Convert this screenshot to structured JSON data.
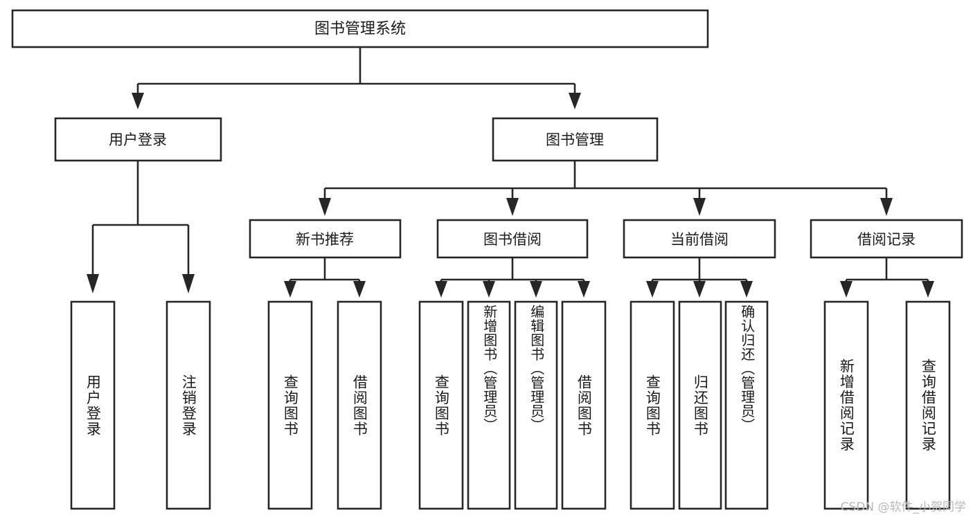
{
  "diagram": {
    "title_node": {
      "label": "图书管理系统"
    },
    "level1": [
      {
        "id": "user-login",
        "label": "用户登录"
      },
      {
        "id": "book-manage",
        "label": "图书管理"
      }
    ],
    "level2": [
      {
        "id": "new-book-recommend",
        "label": "新书推荐"
      },
      {
        "id": "book-borrow",
        "label": "图书借阅"
      },
      {
        "id": "current-borrow",
        "label": "当前借阅"
      },
      {
        "id": "borrow-record",
        "label": "借阅记录"
      }
    ],
    "leaves": [
      {
        "id": "leaf-user-login",
        "label": "用户登录",
        "parent": "user-login"
      },
      {
        "id": "leaf-logout-login",
        "label": "注销登录",
        "parent": "user-login"
      },
      {
        "id": "leaf-query-book-1",
        "label": "查询图书",
        "parent": "new-book-recommend"
      },
      {
        "id": "leaf-borrow-book-1",
        "label": "借阅图书",
        "parent": "new-book-recommend"
      },
      {
        "id": "leaf-query-book-2",
        "label": "查询图书",
        "parent": "book-borrow"
      },
      {
        "id": "leaf-add-book",
        "label": "新增图书（管理员）",
        "parent": "book-borrow"
      },
      {
        "id": "leaf-edit-book",
        "label": "编辑图书（管理员）",
        "parent": "book-borrow"
      },
      {
        "id": "leaf-borrow-book-2",
        "label": "借阅图书",
        "parent": "book-borrow"
      },
      {
        "id": "leaf-query-book-3",
        "label": "查询图书",
        "parent": "current-borrow"
      },
      {
        "id": "leaf-return-book",
        "label": "归还图书",
        "parent": "current-borrow"
      },
      {
        "id": "leaf-confirm-return",
        "label": "确认归还（管理员）",
        "parent": "current-borrow"
      },
      {
        "id": "leaf-add-record",
        "label": "新增借阅记录",
        "parent": "borrow-record"
      },
      {
        "id": "leaf-query-record",
        "label": "查询借阅记录",
        "parent": "borrow-record"
      }
    ],
    "colors": {
      "stroke": "#262626",
      "box_fill": "#ffffff",
      "text": "#1a1a1a",
      "watermark": "#b8b8b8",
      "background": "#ffffff"
    }
  },
  "watermark": {
    "text": "CSDN @软件_小贺同学"
  }
}
